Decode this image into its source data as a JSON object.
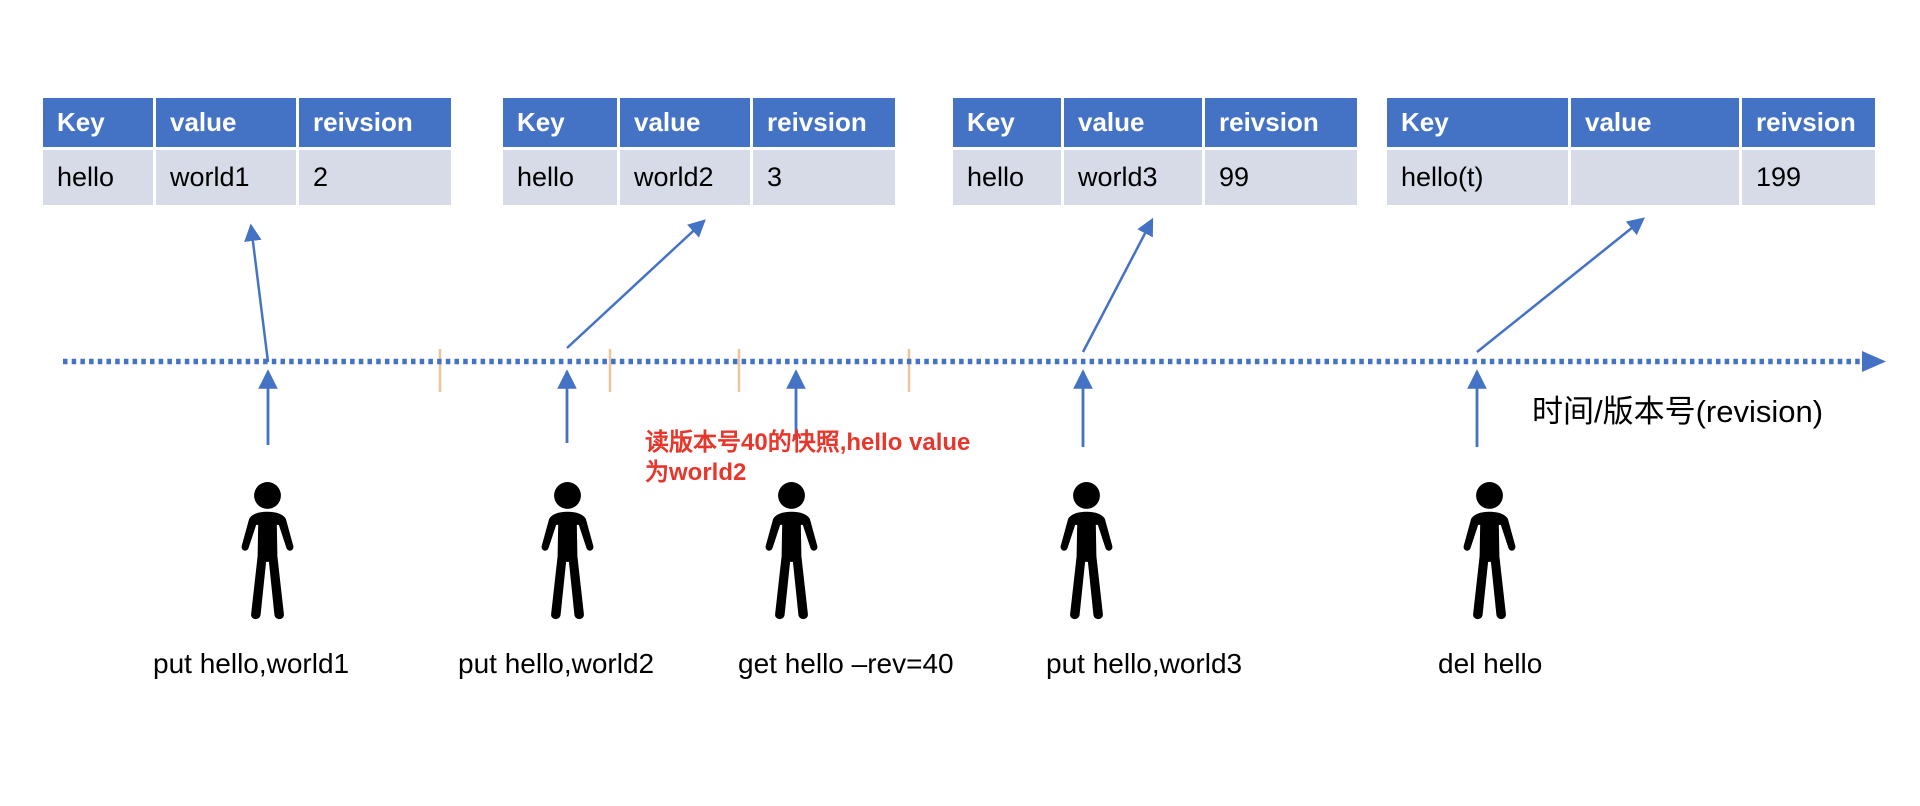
{
  "diagram": {
    "axis_label": "时间/版本号(revision)",
    "annotation": {
      "line1": "读版本号40的快照,hello value",
      "line2": "为world2"
    },
    "tables": [
      {
        "headers": [
          "Key",
          "value",
          "reivsion"
        ],
        "row": [
          "hello",
          "world1",
          "2"
        ]
      },
      {
        "headers": [
          "Key",
          "value",
          "reivsion"
        ],
        "row": [
          "hello",
          "world2",
          "3"
        ]
      },
      {
        "headers": [
          "Key",
          "value",
          "reivsion"
        ],
        "row": [
          "hello",
          "world3",
          "99"
        ]
      },
      {
        "headers": [
          "Key",
          "value",
          "reivsion"
        ],
        "row": [
          "hello(t)",
          "",
          "199"
        ]
      }
    ],
    "events": [
      {
        "command": "put hello,world1"
      },
      {
        "command": "put hello,world2"
      },
      {
        "command": "get hello –rev=40"
      },
      {
        "command": "put hello,world3"
      },
      {
        "command": "del hello"
      }
    ],
    "colors": {
      "table_header_bg": "#4472c4",
      "table_row_bg": "#d7dbe7",
      "arrow_blue": "#4472c4",
      "tick_orange": "#ecc39b",
      "annotation_red": "#e7362b"
    }
  }
}
